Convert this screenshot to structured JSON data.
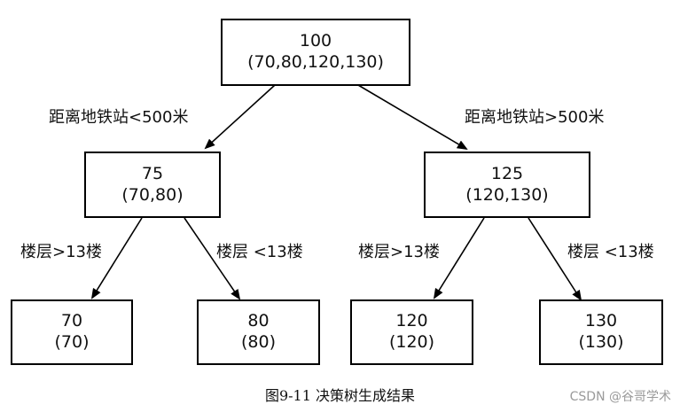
{
  "tree": {
    "root": {
      "value": "100",
      "prices": "(70,80,120,130)"
    },
    "left": {
      "value": "75",
      "prices": "(70,80)"
    },
    "right": {
      "value": "125",
      "prices": "(120,130)"
    },
    "leaf_ll": {
      "value": "70",
      "prices": "(70)"
    },
    "leaf_lr": {
      "value": "80",
      "prices": "(80)"
    },
    "leaf_rl": {
      "value": "120",
      "prices": "(120)"
    },
    "leaf_rr": {
      "value": "130",
      "prices": "(130)"
    }
  },
  "edges": {
    "root_left": "距离地铁站<500米",
    "root_right": "距离地铁站>500米",
    "left_ll": "楼层>13楼",
    "left_lr": "楼层 <13楼",
    "right_rl": "楼层>13楼",
    "right_rr": "楼层 <13楼"
  },
  "caption": "图9-11  决策树生成结果",
  "watermark": "CSDN @谷哥学术",
  "colors": {
    "line": "#000000",
    "watermark": "#9a9a9a"
  }
}
